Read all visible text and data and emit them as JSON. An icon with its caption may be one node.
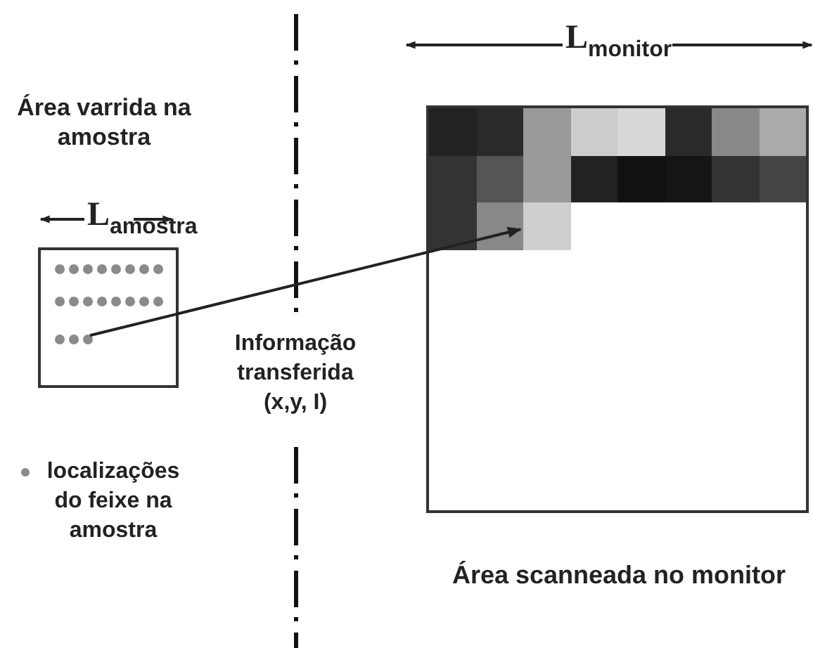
{
  "diagram": {
    "nodes": [
      {
        "text": [
          "Área varrida na amostra"
        ]
      },
      {
        "text": [],
        "shape": "circle",
        "in": 0
      },
      {
        "text": [],
        "shape": "box",
        "beside": [
          "Área scanneada no monitor"
        ]
      },
      {
        "text": [],
        "shape": "box",
        "in": 2
      }
    ],
    "edges": [
      {
        "from": 1,
        "to": 3,
        "arrow": "to",
        "label": "Informação transferida (x,y, I)"
      }
    ],
    "labels": [
      "L$_{monitor}$",
      "L$_{amostra}$"
    ],
    "legend": [
      {
        "text": "localizações do feixe na amostra"
      }
    ]
  }
}
